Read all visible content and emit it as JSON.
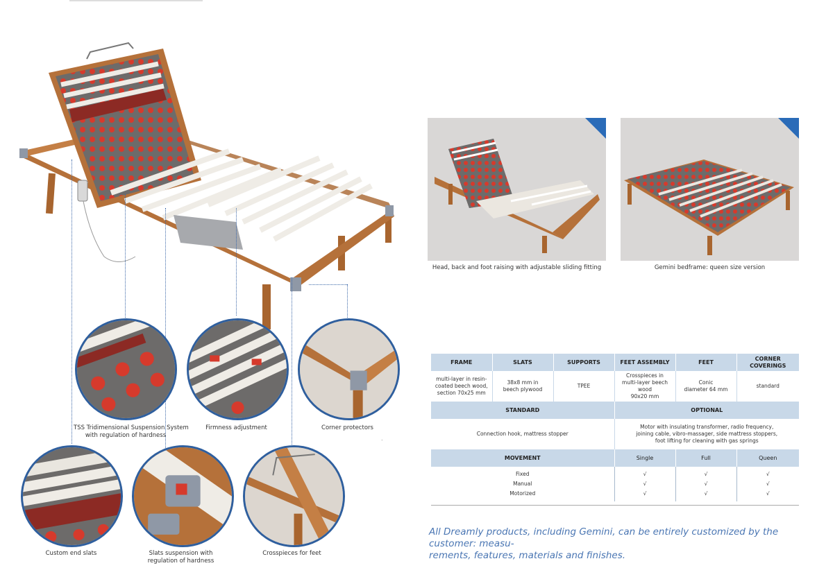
{
  "colors": {
    "accent": "#2f5f9e",
    "table_header": "#c8d8e8",
    "tagline": "#4a76b3",
    "wood": "#b5713a",
    "suspension_red": "#d63a2c"
  },
  "details": [
    {
      "id": "tss",
      "caption_line1": "TSS Tridimensional Suspension System",
      "caption_line2": "with regulation of hardness"
    },
    {
      "id": "firmness",
      "caption_line1": "Firmness adjustment",
      "caption_line2": ""
    },
    {
      "id": "corner",
      "caption_line1": "Corner protectors",
      "caption_line2": ""
    },
    {
      "id": "end-slats",
      "caption_line1": "Custom end slats",
      "caption_line2": ""
    },
    {
      "id": "slats-suspension",
      "caption_line1": "Slats suspension with",
      "caption_line2": "regulation of hardness"
    },
    {
      "id": "crosspieces",
      "caption_line1": "Crosspieces for feet",
      "caption_line2": ""
    }
  ],
  "photos": [
    {
      "caption": "Head, back and foot raising with adjustable sliding fitting"
    },
    {
      "caption": "Gemini bedframe: queen size version"
    }
  ],
  "spec": {
    "headers": [
      "FRAME",
      "SLATS",
      "SUPPORTS",
      "FEET ASSEMBLY",
      "FEET",
      "CORNER COVERINGS"
    ],
    "values": {
      "frame": [
        "multi-layer in resin-",
        "coated beech wood,",
        "section 70x25 mm"
      ],
      "slats": [
        "38x8 mm in",
        "beech plywood"
      ],
      "supports": "TPEE",
      "feet_assembly": [
        "Crosspieces in",
        "multi-layer beech wood",
        "90x20 mm"
      ],
      "feet": [
        "Conic",
        "diameter 64 mm"
      ],
      "corner": "standard"
    },
    "standard_header": "STANDARD",
    "optional_header": "OPTIONAL",
    "standard_value": "Connection hook, mattress stopper",
    "optional_value": [
      "Motor with insulating transformer, radio frequency,",
      "joining cable, vibro-massager, side mattress stoppers,",
      "foot lifting for cleaning with gas springs"
    ],
    "movement_header": "MOVEMENT",
    "sizes": [
      "Single",
      "Full",
      "Queen"
    ],
    "movements": [
      {
        "name": "Fixed",
        "checks": [
          "√",
          "√",
          "√"
        ]
      },
      {
        "name": "Manual",
        "checks": [
          "√",
          "√",
          "√"
        ]
      },
      {
        "name": "Motorized",
        "checks": [
          "√",
          "√",
          "√"
        ]
      }
    ]
  },
  "tagline_line1": "All Dreamly products, including Gemini, can be entirely customized by the customer: measu-",
  "tagline_line2": "rements, features, materials and finishes."
}
